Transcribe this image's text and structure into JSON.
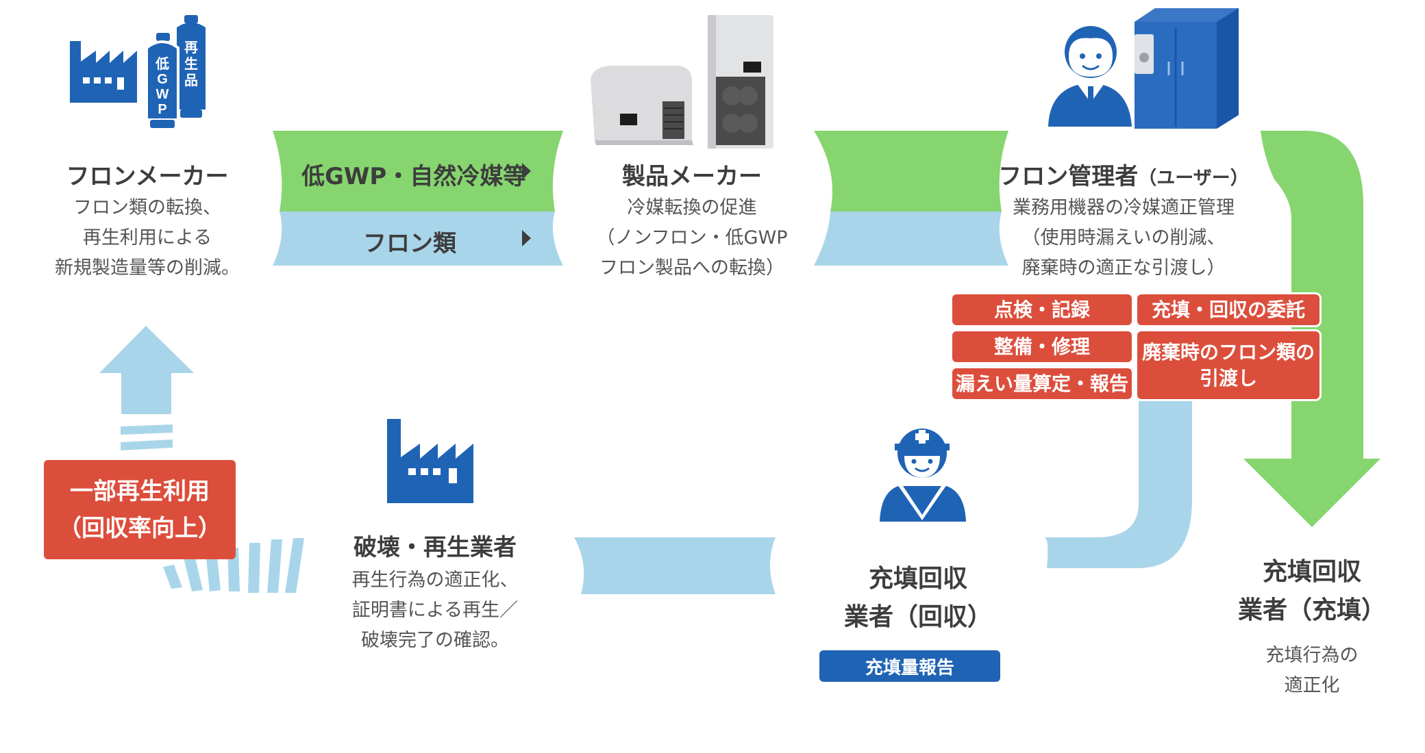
{
  "colors": {
    "green": "#86d56f",
    "lightblue": "#a9d5ea",
    "blue": "#1f63b5",
    "red": "#dc4e3c"
  },
  "flow": {
    "green_label": "低GWP・自然冷媒等",
    "blue_label": "フロン類"
  },
  "cylinders": {
    "left": "低GWP",
    "right": "再生品"
  },
  "maker": {
    "title": "フロンメーカー",
    "desc": [
      "フロン類の転換、",
      "再生利用による",
      "新規製造量等の削減。"
    ]
  },
  "product": {
    "title": "製品メーカー",
    "desc": [
      "冷媒転換の促進",
      "（ノンフロン・低GWP",
      "フロン製品への転換）"
    ]
  },
  "manager": {
    "title": "フロン管理者",
    "title_suffix": "（ユーザー）",
    "desc": [
      "業務用機器の冷媒適正管理",
      "（使用時漏えいの削減、",
      "廃棄時の適正な引渡し）"
    ]
  },
  "manager_tasks": {
    "inspect": "点検・記録",
    "maintain": "整備・修理",
    "leak": "漏えい量算定・報告",
    "consign": "充填・回収の委託",
    "handover": [
      "廃棄時のフロン類の",
      "引渡し"
    ]
  },
  "recycle": {
    "lines": [
      "一部再生利用",
      "（回収率向上）"
    ]
  },
  "destroyer": {
    "title": "破壊・再生業者",
    "desc": [
      "再生行為の適正化、",
      "証明書による再生／",
      "破壊完了の確認。"
    ]
  },
  "collector": {
    "title": [
      "充填回収",
      "業者（回収）"
    ],
    "badge": "充填量報告"
  },
  "filler": {
    "title": [
      "充填回収",
      "業者（充填）"
    ],
    "desc": [
      "充填行為の",
      "適正化"
    ]
  }
}
